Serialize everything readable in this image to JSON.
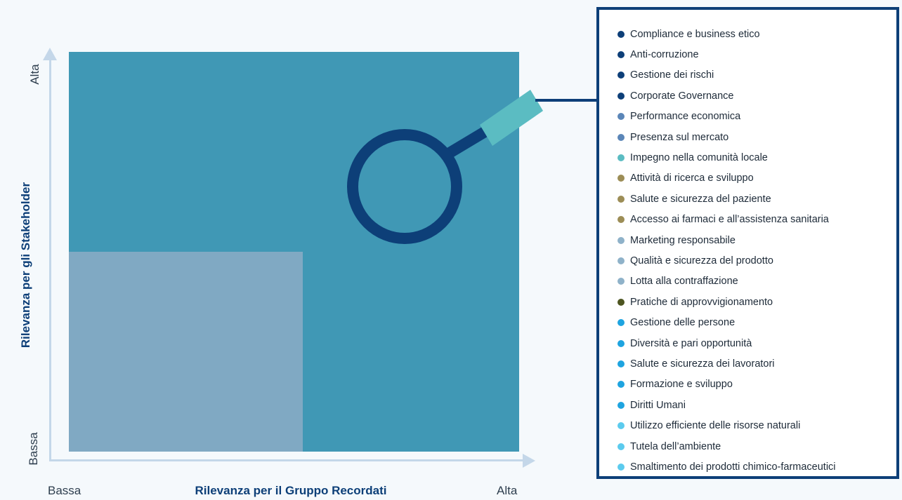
{
  "axes": {
    "y_title": "Rilevanza per gli Stakeholder",
    "y_high": "Alta",
    "y_low": "Bassa",
    "x_title": "Rilevanza per il Gruppo Recordati",
    "x_low": "Bassa",
    "x_high": "Alta"
  },
  "colors": {
    "matrix_high": "#4098b5",
    "matrix_low": "#80a9c3",
    "accent": "#0d3f78",
    "handle": "#5bbcc2"
  },
  "legend": {
    "items": [
      {
        "label": "Compliance e business etico",
        "color": "#0d3f78"
      },
      {
        "label": "Anti-corruzione",
        "color": "#0d3f78"
      },
      {
        "label": "Gestione dei rischi",
        "color": "#0d3f78"
      },
      {
        "label": "Corporate Governance",
        "color": "#0d3f78"
      },
      {
        "label": "Performance economica",
        "color": "#5b86b8"
      },
      {
        "label": "Presenza sul mercato",
        "color": "#5b86b8"
      },
      {
        "label": "Impegno nella comunità locale",
        "color": "#5bbcc2"
      },
      {
        "label": "Attività di ricerca e sviluppo",
        "color": "#9c8d56"
      },
      {
        "label": "Salute e sicurezza del paziente",
        "color": "#9c8d56"
      },
      {
        "label": "Accesso ai farmaci e all’assistenza sanitaria",
        "color": "#9c8d56"
      },
      {
        "label": "Marketing responsabile",
        "color": "#8fb2c9"
      },
      {
        "label": "Qualità e sicurezza del prodotto",
        "color": "#8fb2c9"
      },
      {
        "label": "Lotta alla contraffazione",
        "color": "#8fb2c9"
      },
      {
        "label": "Pratiche di approvvigionamento",
        "color": "#4d5520"
      },
      {
        "label": "Gestione delle persone",
        "color": "#1ea4e0"
      },
      {
        "label": "Diversità e pari opportunità",
        "color": "#1ea4e0"
      },
      {
        "label": "Salute e sicurezza dei lavoratori",
        "color": "#1ea4e0"
      },
      {
        "label": "Formazione e sviluppo",
        "color": "#1ea4e0"
      },
      {
        "label": "Diritti Umani",
        "color": "#1ea4e0"
      },
      {
        "label": "Utilizzo efficiente delle risorse naturali",
        "color": "#5ccbee"
      },
      {
        "label": "Tutela dell’ambiente",
        "color": "#5ccbee"
      },
      {
        "label": "Smaltimento dei prodotti chimico-farmaceutici",
        "color": "#5ccbee"
      }
    ]
  }
}
